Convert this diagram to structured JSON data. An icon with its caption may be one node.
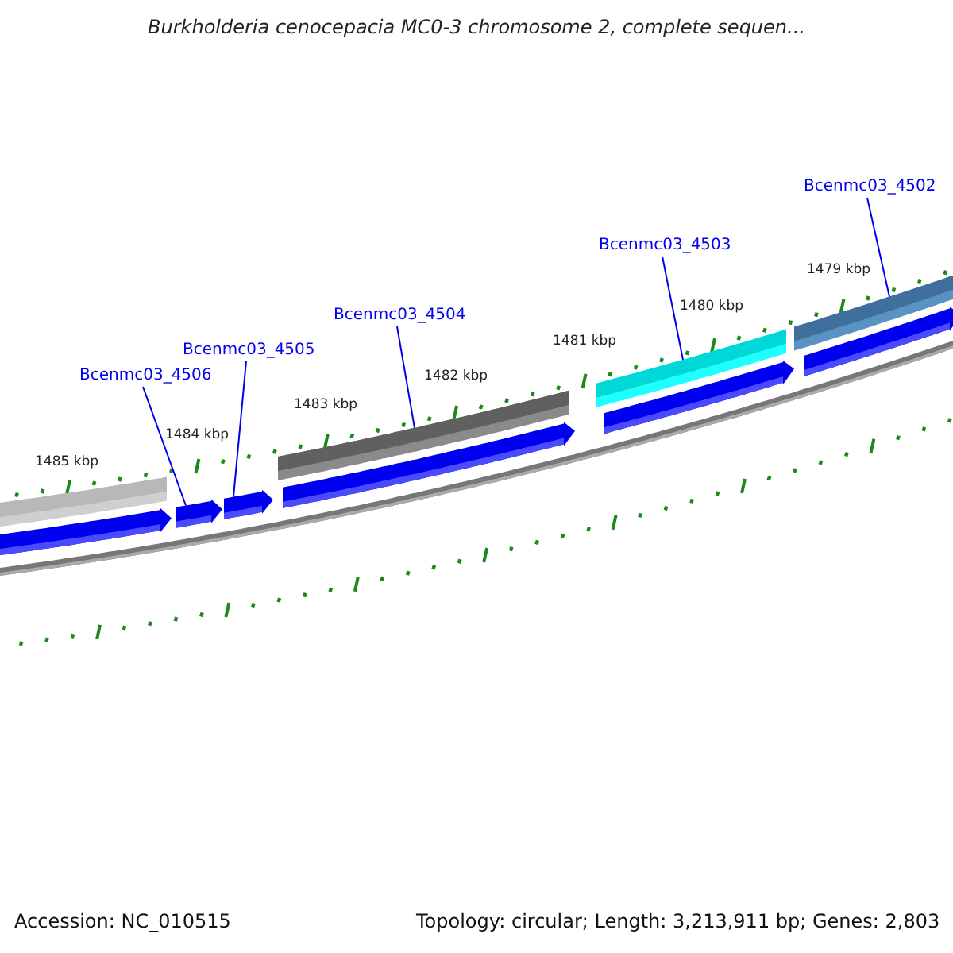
{
  "diagram": {
    "title": "Burkholderia cenocepacia MC0-3 chromosome 2, complete sequen...",
    "nodes": [
      {
        "text": [
          "Bcenmc03_4506"
        ]
      },
      {
        "text": [
          "Bcenmc03_4505"
        ]
      },
      {
        "text": [
          "Bcenmc03_4504"
        ]
      },
      {
        "text": [
          "Bcenmc03_4503"
        ]
      },
      {
        "text": [
          "Bcenmc03_4502"
        ]
      },
      {
        "text": [],
        "shape": "bar"
      },
      {
        "text": [],
        "shape": "bar"
      },
      {
        "text": [],
        "shape": "bar"
      },
      {
        "text": [],
        "shape": "bar"
      },
      {
        "text": [],
        "shape": "bar"
      },
      {
        "text": [],
        "shape": "bar"
      },
      {
        "text": [],
        "shape": "bar"
      },
      {
        "text": [],
        "shape": "bar"
      },
      {
        "text": [],
        "shape": "bar"
      },
      {
        "text": [],
        "shape": "bar"
      }
    ],
    "edges": [
      {
        "from": 0,
        "to": 10,
        "arrow": "none"
      },
      {
        "from": 1,
        "to": 11,
        "arrow": "none"
      },
      {
        "from": 2,
        "to": 6,
        "arrow": "none"
      },
      {
        "from": 3,
        "to": 7,
        "arrow": "none"
      },
      {
        "from": 4,
        "to": 8,
        "arrow": "none"
      }
    ],
    "labels": [
      "1485 kbp",
      "1484 kbp",
      "1483 kbp",
      "1482 kbp",
      "1481 kbp",
      "1480 kbp",
      "1479 kbp",
      "Accession: NC_010515",
      "Topology: circular; Length: 3,213,911 bp; Genes: 2,803"
    ]
  }
}
